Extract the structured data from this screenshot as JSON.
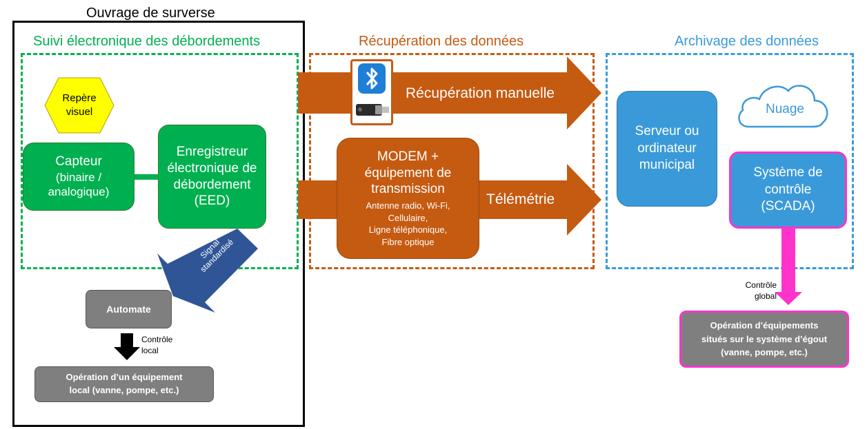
{
  "outer_border_color": "#000000",
  "regions": {
    "ouvrage": {
      "title": "Ouvrage de surverse"
    },
    "suivi": {
      "title": "Suivi électronique des débordements",
      "color": "#00b050"
    },
    "recuperation": {
      "title": "Récupération des données",
      "color": "#c55a11"
    },
    "archivage": {
      "title": "Archivage des données",
      "color": "#3a9ad9"
    }
  },
  "nodes": {
    "repere": "Repère\nvisuel",
    "capteur_title": "Capteur",
    "capteur_sub": "(binaire /\nanalogique)",
    "eed": "Enregistreur\nélectronique de\ndébordement\n(EED)",
    "modem_title": "MODEM +\néquipement de\ntransmission",
    "modem_sub": "Antenne radio,  Wi-Fi,\nCellulaire,\nLigne téléphonique,\nFibre optique",
    "serveur": "Serveur ou\nordinateur\nmunicipal",
    "nuage": "Nuage",
    "scada": "Système de\ncontrôle\n(SCADA)",
    "automate": "Automate",
    "op_local": "Opération d’un équipement\nlocal (vanne, pompe, etc.)",
    "op_egout": "Opération d’équipements\nsitués sur le système d’égout\n(vanne, pompe, etc.)"
  },
  "arrows": {
    "manuelle": "Récupération manuelle",
    "telemetrie": "Télémétrie",
    "signal": "Signal\nstandardisé",
    "controle_local": "Contrôle\nlocal",
    "controle_global": "Contrôle\nglobal"
  },
  "icons": {
    "bluetooth": "bluetooth-icon",
    "usb": "usb-key-icon",
    "cloud": "cloud-icon",
    "repere_shape": "hexagon"
  },
  "colors": {
    "green": "#00b050",
    "orange": "#c55a11",
    "blue": "#3a9ad9",
    "dark_blue_arrow": "#2f5597",
    "magenta": "#ff33cc",
    "grey": "#7f7f7f",
    "yellow": "#ffff00"
  }
}
